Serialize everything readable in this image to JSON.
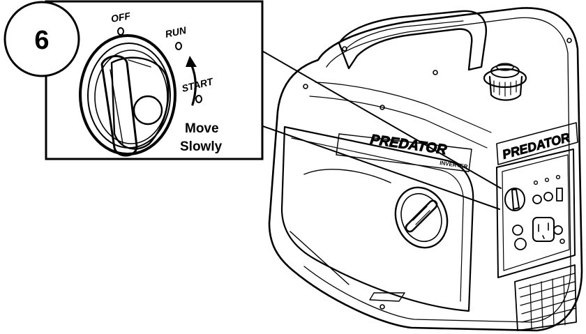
{
  "step": {
    "number": "6"
  },
  "callout": {
    "labels": {
      "off": "OFF",
      "run": "RUN",
      "start": "START"
    },
    "instruction": {
      "line1": "Move",
      "line2": "Slowly"
    }
  },
  "generator": {
    "brand_top": "PREDATOR",
    "brand_side": "PREDATOR",
    "badge": "INVERTER"
  },
  "colors": {
    "ink": "#000000",
    "paper": "#ffffff"
  }
}
